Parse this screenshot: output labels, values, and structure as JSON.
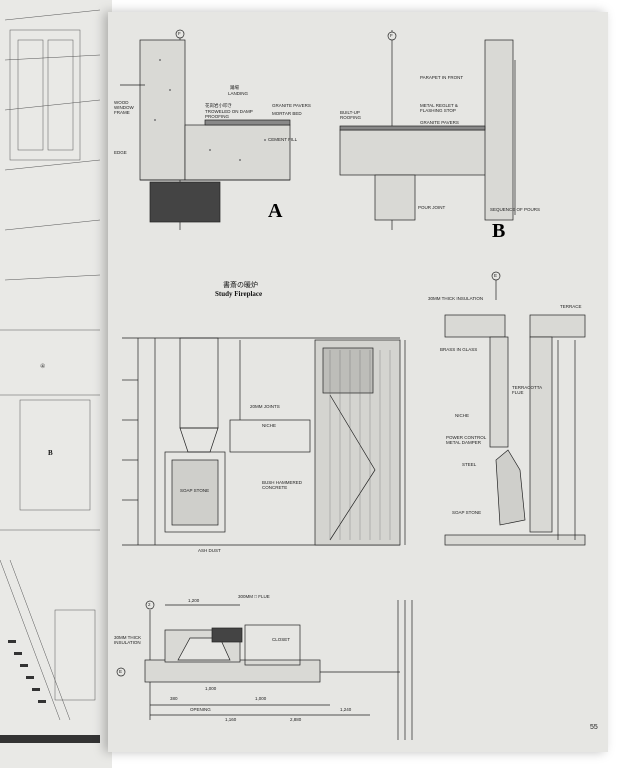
{
  "book": {
    "page_number": "55",
    "section_title_jp": "書斎の暖炉",
    "section_title_en": "Study Fireplace"
  },
  "detail_a": {
    "letter": "A",
    "grid_ref": "F",
    "labels": {
      "landing_jp": "踊場",
      "landing_en": "LANDING",
      "window_frame": "WOOD WINDOW FRAME",
      "granite_jp": "花崗岩小叩き",
      "granite_en": "GRANITE PAVERS",
      "troweled_en": "TROWELED ON DAMP PROOFING",
      "mortar_bed": "MORTAR BED",
      "cement_fill": "CEMENT FILL",
      "edge_note": "EDGE"
    }
  },
  "detail_b": {
    "letter": "B",
    "grid_ref": "F",
    "labels": {
      "parapet": "PARAPET IN FRONT",
      "metal_reglet": "METAL REGLET & FLASHING STOP",
      "built_up": "BUILT-UP ROOFING",
      "granite": "GRANITE PAVERS",
      "pour_joint": "POUR JOINT",
      "sequence": "SEQUENCE OF POURS"
    }
  },
  "elevation": {
    "labels": {
      "joints": "20MM JOINTS",
      "niche": "NICHE",
      "bush_hammered": "BUSH HAMMERED CONCRETE",
      "soap_stone": "SOAP STONE",
      "ash_dust": "ASH DUST"
    }
  },
  "section_e": {
    "grid_ref": "E",
    "labels": {
      "insulation": "30MM THICK INSULATION",
      "terrace": "TERRACE",
      "brass_glass": "BRASS IN GLASS",
      "terracotta_flue": "TERRACOTTA FLUE",
      "niche": "NICHE",
      "damper": "POWER CONTROL METAL DAMPER",
      "steel": "STEEL",
      "soap_stone": "SOAP STONE"
    }
  },
  "plan": {
    "grid_refs": [
      "2",
      "E"
    ],
    "labels": {
      "flue": "300MM □ FLUE",
      "closet": "CLOSET",
      "insulation": "30MM THICK INSULATION",
      "opening": "OPENING"
    },
    "dimensions": [
      "1,200",
      "380",
      "1,000",
      "1,000",
      "1,160",
      "1,240",
      "2,880"
    ]
  }
}
